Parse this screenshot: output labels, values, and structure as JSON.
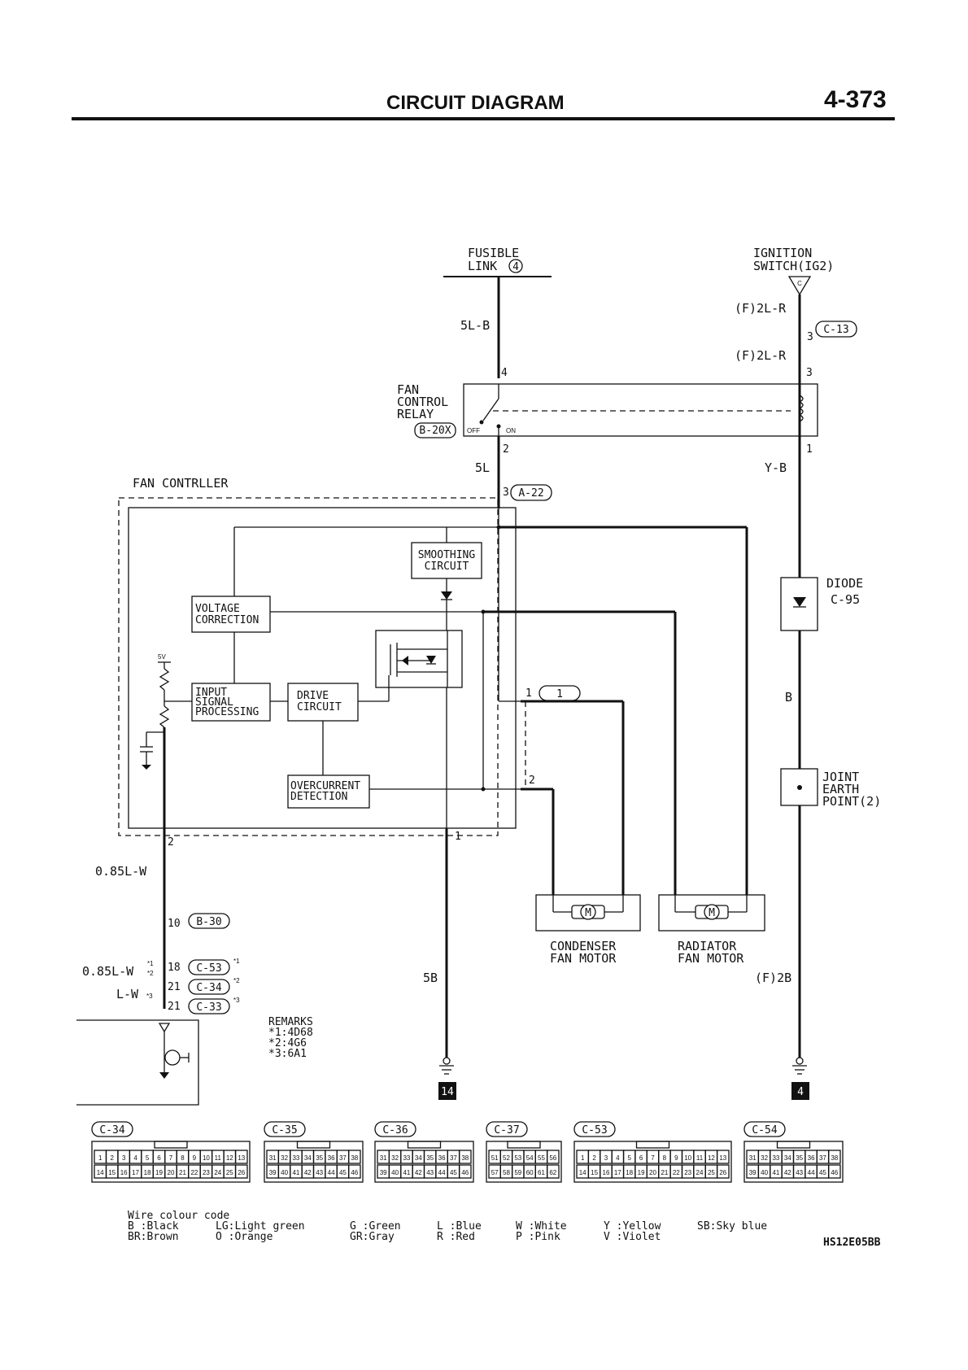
{
  "header": {
    "title": "CIRCUIT DIAGRAM",
    "page_number": "4-373"
  },
  "sources": {
    "fusible_link": [
      "FUSIBLE",
      "LINK"
    ],
    "fusible_link_number": "4",
    "ignition_switch": [
      "IGNITION",
      "SWITCH(IG2)"
    ],
    "ignition_pin": "C"
  },
  "wires": {
    "w_5lb": "5L-B",
    "w_f2lr_1": "(F)2L-R",
    "w_f2lr_2": "(F)2L-R",
    "w_5l": "5L",
    "w_yb": "Y-B",
    "w_b": "B",
    "w_085lw": "0.85L-W",
    "w_085lw_star": "0.85L-W",
    "w_lw": "L-W",
    "w_5b": "5B",
    "w_f2b": "(F)2B"
  },
  "relay": {
    "name": [
      "FAN",
      "CONTROL",
      "RELAY"
    ],
    "connector": "B-20X",
    "off": "OFF",
    "on": "ON",
    "pin_4": "4",
    "pin_3": "3",
    "pin_2": "2",
    "pin_1": "1"
  },
  "connectors": {
    "c13": "C-13",
    "c13_pin": "3",
    "a22": "A-22",
    "a22_pin": "3",
    "b30": "B-30",
    "b30_pin": "10",
    "c53": "C-53",
    "c53_pin": "18",
    "c34": "C-34",
    "c34_pin": "21",
    "c33": "C-33",
    "c33_pin": "21",
    "jc1": "1"
  },
  "stars": {
    "s1": "*1",
    "s2": "*2",
    "s3": "*3"
  },
  "controller": {
    "title": "FAN CONTRLLER",
    "smoothing": [
      "SMOOTHING",
      "CIRCUIT"
    ],
    "voltage": [
      "VOLTAGE",
      "CORRECTION"
    ],
    "input": [
      "INPUT",
      "SIGNAL",
      "PROCESSING"
    ],
    "drive": [
      "DRIVE",
      "CIRCUIT"
    ],
    "overcurrent": [
      "OVERCURRENT",
      "DETECTION"
    ],
    "v5": "5V",
    "pin_1": "1",
    "pin_2": "2",
    "pin_bot_2": "2",
    "pin_bot_1": "1"
  },
  "diode": {
    "name": "DIODE",
    "code": "C-95"
  },
  "joint": [
    "JOINT",
    "EARTH",
    "POINT(2)"
  ],
  "motors": {
    "condenser": [
      "CONDENSER",
      "FAN MOTOR"
    ],
    "radiator": [
      "RADIATOR",
      "FAN MOTOR"
    ],
    "symbol": "M"
  },
  "remarks": {
    "title": "REMARKS",
    "lines": [
      "*1:4D68",
      "*2:4G6",
      "*3:6A1"
    ]
  },
  "grounds": {
    "g14": "14",
    "g4": "4"
  },
  "connector_views": [
    {
      "name": "C-34",
      "top": [
        "1",
        "2",
        "3",
        "4",
        "5",
        "6",
        "7",
        "8",
        "9",
        "10",
        "11",
        "12",
        "13"
      ],
      "bottom": [
        "14",
        "15",
        "16",
        "17",
        "18",
        "19",
        "20",
        "21",
        "22",
        "23",
        "24",
        "25",
        "26"
      ]
    },
    {
      "name": "C-35",
      "top": [
        "31",
        "32",
        "33",
        "34",
        "35",
        "36",
        "37",
        "38"
      ],
      "bottom": [
        "39",
        "40",
        "41",
        "42",
        "43",
        "44",
        "45",
        "46"
      ]
    },
    {
      "name": "C-36",
      "top": [
        "31",
        "32",
        "33",
        "34",
        "35",
        "36",
        "37",
        "38"
      ],
      "bottom": [
        "39",
        "40",
        "41",
        "42",
        "43",
        "44",
        "45",
        "46"
      ]
    },
    {
      "name": "C-37",
      "top": [
        "51",
        "52",
        "53",
        "54",
        "55",
        "56"
      ],
      "bottom": [
        "57",
        "58",
        "59",
        "60",
        "61",
        "62"
      ]
    },
    {
      "name": "C-53",
      "top": [
        "1",
        "2",
        "3",
        "4",
        "5",
        "6",
        "7",
        "8",
        "9",
        "10",
        "11",
        "12",
        "13"
      ],
      "bottom": [
        "14",
        "15",
        "16",
        "17",
        "18",
        "19",
        "20",
        "21",
        "22",
        "23",
        "24",
        "25",
        "26"
      ]
    },
    {
      "name": "C-54",
      "top": [
        "31",
        "32",
        "33",
        "34",
        "35",
        "36",
        "37",
        "38"
      ],
      "bottom": [
        "39",
        "40",
        "41",
        "42",
        "43",
        "44",
        "45",
        "46"
      ]
    }
  ],
  "legend": {
    "title": "Wire colour code",
    "row1": [
      "B :Black",
      "LG:Light green",
      "G :Green",
      "L :Blue",
      "W :White",
      "Y :Yellow",
      "SB:Sky blue"
    ],
    "row2": [
      "BR:Brown",
      "O :Orange",
      "GR:Gray",
      "R :Red",
      "P :Pink",
      "V :Violet"
    ]
  },
  "code": "HS12E05BB"
}
